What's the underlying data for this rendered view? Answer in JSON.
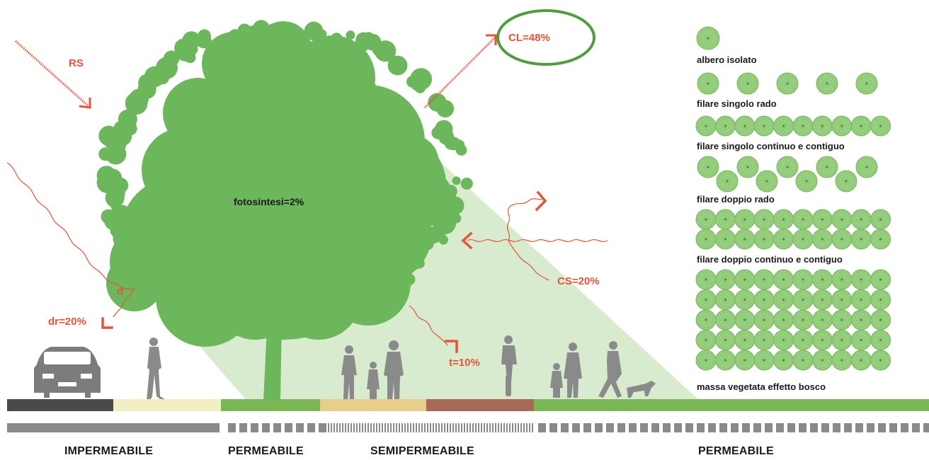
{
  "colors": {
    "tree": "#6cb65b",
    "light_cone": "#d9ebcf",
    "arrow_red": "#e8523a",
    "ellipse_green": "#4f9d3f",
    "silhouette": "#8a8a8a",
    "car": "#7c7c7c",
    "canopy": "#93cc7a",
    "canopy_dark": "#4f8f3f",
    "ground_dark": "#4a4a4a",
    "ground_cream": "#f3efc5",
    "ground_green": "#7cb655",
    "ground_beige": "#e9cd8c",
    "ground_brown": "#a86a57"
  },
  "energy_labels": {
    "rs": "RS",
    "cl": "CL=48%",
    "photosynthesis": "fotosintesi=2%",
    "d": "d",
    "dr": "dr=20%",
    "cs": "CS=20%",
    "t": "t=10%"
  },
  "legend": [
    {
      "label": "albero isolato",
      "pattern": "single",
      "icon": "tree-canopy-icon"
    },
    {
      "label": "filare singolo rado",
      "pattern": "row-sparse",
      "icon": "tree-canopy-icon"
    },
    {
      "label": "filare singolo continuo e contiguo",
      "pattern": "row-continuous",
      "icon": "tree-canopy-icon"
    },
    {
      "label": "filare doppio rado",
      "pattern": "double-sparse",
      "icon": "tree-canopy-icon"
    },
    {
      "label": "filare doppio continuo e contiguo",
      "pattern": "double-continuous",
      "icon": "tree-canopy-icon"
    },
    {
      "label": "massa vegetata effetto bosco",
      "pattern": "mass",
      "icon": "tree-canopy-icon"
    }
  ],
  "surfaces": [
    {
      "label": "IMPERMEABILE"
    },
    {
      "label": "PERMEABILE"
    },
    {
      "label": "SEMIPERMEABILE"
    },
    {
      "label": "PERMEABILE"
    }
  ],
  "icons": [
    "car-icon",
    "pedestrian-icon",
    "family-icon",
    "cyclist-icon",
    "dog-walker-icon"
  ]
}
